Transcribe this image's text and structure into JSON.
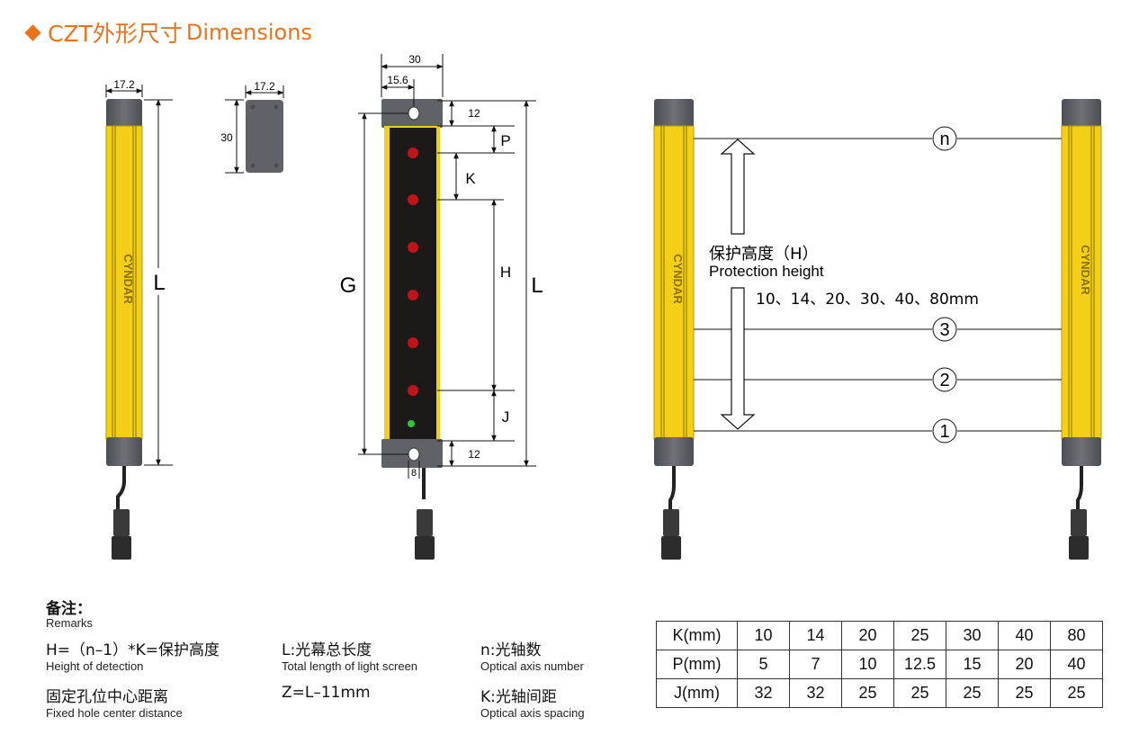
{
  "title": {
    "zh": "CZT外形尺寸",
    "en": "Dimensions"
  },
  "drawing1": {
    "width_label": "17.2",
    "length_label": "L",
    "brand": "CYNDAR"
  },
  "drawing2": {
    "width_label": "17.2",
    "height_label": "30"
  },
  "drawing3": {
    "top_width": "30",
    "hole_offset": "15.6",
    "end_cap": "12",
    "bottom_cap": "12",
    "hole_bottom": "8",
    "P": "P",
    "K": "K",
    "H": "H",
    "J": "J",
    "G": "G",
    "L": "L"
  },
  "drawing4": {
    "axis_labels": [
      "n",
      "3",
      "2",
      "1"
    ],
    "protection_zh": "保护高度（H）",
    "protection_en": "Protection height",
    "heights": "10、14、20、30、40、80mm",
    "brand": "CYNDAR"
  },
  "remarks": {
    "title_zh": "备注：",
    "title_en": "Remarks",
    "items": [
      {
        "zh": "H=（n–1）*K=保护高度",
        "en": "Height of detection"
      },
      {
        "zh": "L:光幕总长度",
        "en": "Total length of light screen"
      },
      {
        "zh": "n:光轴数",
        "en": "Optical axis number"
      },
      {
        "zh": "固定孔位中心距离",
        "en": "Fixed hole center distance"
      },
      {
        "zh": "Z=L–11mm",
        "en": ""
      },
      {
        "zh": "K:光轴间距",
        "en": "Optical axis spacing"
      }
    ]
  },
  "table": {
    "rows": [
      {
        "label": "K(mm)",
        "values": [
          "10",
          "14",
          "20",
          "25",
          "30",
          "40",
          "80"
        ]
      },
      {
        "label": "P(mm)",
        "values": [
          "5",
          "7",
          "10",
          "12.5",
          "15",
          "20",
          "40"
        ]
      },
      {
        "label": "J(mm)",
        "values": [
          "32",
          "32",
          "25",
          "25",
          "25",
          "25",
          "25"
        ]
      }
    ]
  },
  "colors": {
    "accent": "#e8731a",
    "bar_yellow": "#f3cf18",
    "cap_gray": "#5f6367",
    "led_red": "#c0141c",
    "led_green": "#2ec63a"
  }
}
